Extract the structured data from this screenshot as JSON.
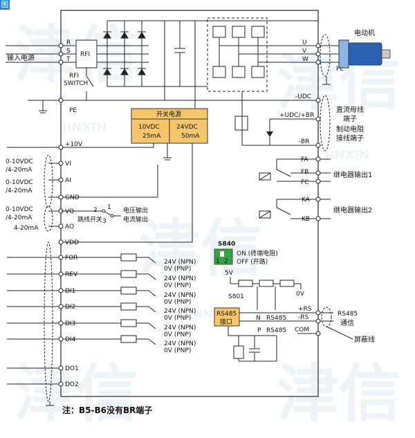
{
  "corner_tag": "图",
  "watermark": {
    "cn": "津信",
    "en": "JINXIN"
  },
  "input": {
    "label": "输入电源",
    "phases": [
      "R",
      "S",
      "T"
    ],
    "rfi": "RFI",
    "rfi_switch_1": "RFI",
    "rfi_switch_2": "SWITCH",
    "pe": "PE"
  },
  "power_supply": {
    "title": "开关电源",
    "out1_v": "10VDC",
    "out1_i": "25mA",
    "out2_v": "24VDC",
    "out2_i": "50mA"
  },
  "analog": {
    "plus10v": "+10V",
    "vi_range1": "0-10VDC",
    "vi_range2": "/4-20mA",
    "vi": "VI",
    "ai_range1": "0-10VDC",
    "ai_range2": "/4-20mA",
    "ai": "AI",
    "gnd": "GND",
    "vo_range1": "0-10VDC",
    "vo_range2": "/4-20mA",
    "vo": "VO",
    "ao_range": "4-20mA",
    "ao": "AO",
    "sw_2": "2",
    "sw_1": "1",
    "sw_3": "3",
    "voltage_out": "电压输出",
    "jumper": "跳线开关",
    "current_out": "电流输出",
    "vdd": "VDD"
  },
  "digital_inputs": [
    "FOR",
    "REV",
    "DI1",
    "DI2",
    "DI3",
    "DI4"
  ],
  "npn_label": "24V (NPN)",
  "pnp_label": "0V (PNP)",
  "digital_outputs": [
    "DO1",
    "DO2"
  ],
  "motor": {
    "label": "电动机",
    "phases": [
      "U",
      "V",
      "W"
    ],
    "pe": "PE"
  },
  "dc_bus": {
    "udc_minus": "-UDC",
    "udc_plus_br": "+UDC/+BR",
    "br_minus": "-BR",
    "desc1": "直流母线",
    "desc2": "端子",
    "desc3": "制动电阻",
    "desc4": "接线端子"
  },
  "relay1": {
    "fa": "FA",
    "fb": "FB",
    "fc": "FC",
    "label": "继电器输出1"
  },
  "relay2": {
    "ka": "KA",
    "kb": "KB",
    "label": "继电器输出2"
  },
  "s840": {
    "title": "S840",
    "on": "ON (终端电阻)",
    "off": "OFF (开路)",
    "pin1": "1",
    "pin2": "2"
  },
  "rs485": {
    "v5": "5V",
    "v0": "0V",
    "s801": "S801",
    "box1": "RS485",
    "box2": "接口",
    "n": "N",
    "p": "P",
    "rs485_a": "RS485",
    "rs485_b": "RS485",
    "plus_rs": "+RS",
    "minus_rs": "-RS",
    "com": "COM",
    "comm1": "RS485",
    "comm2": "通信",
    "shield": "屏蔽线"
  },
  "footnote": "注：B5-B6没有BR端子"
}
